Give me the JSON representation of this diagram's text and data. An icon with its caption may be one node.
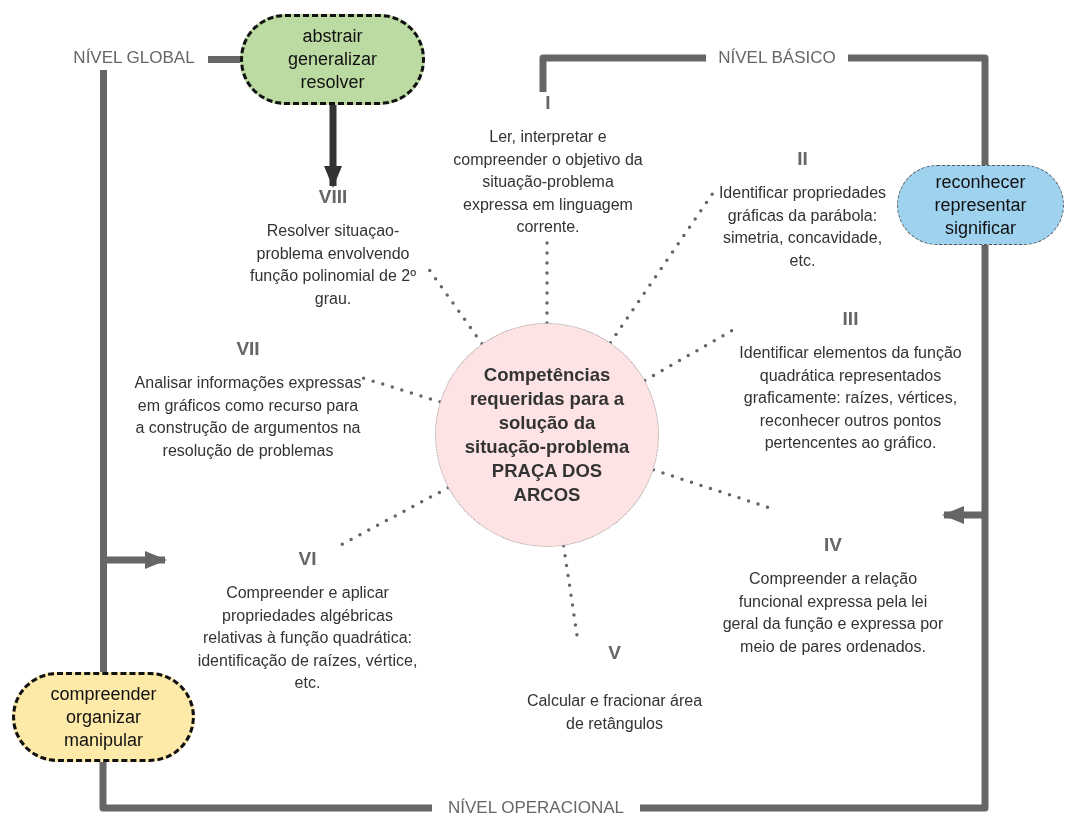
{
  "diagram": {
    "nodes": [
      {
        "text": [
          "Competências requeridas para a solução da situação-problema PRAÇA DOS ARCOS"
        ]
      },
      {
        "text": [
          "I",
          "Ler, interpretar e compreender o objetivo da situação-problema expressa em linguagem corrente."
        ]
      },
      {
        "text": [
          "II",
          "Identificar propriedades gráficas da parábola: simetria, concavidade, etc."
        ]
      },
      {
        "text": [
          "III",
          "Identificar elementos da função quadrática representados graficamente: raízes, vértices, reconhecer outros pontos pertencentes ao gráfico."
        ]
      },
      {
        "text": [
          "IV",
          "Compreender a relação funcional expressa pela lei geral da função e expressa por meio de pares ordenados."
        ]
      },
      {
        "text": [
          "V",
          "Calcular e fracionar área de retângulos"
        ]
      },
      {
        "text": [
          "VI",
          "Compreender e aplicar propriedades algébricas relativas à função quadrática: identificação de raízes, vértice, etc."
        ]
      },
      {
        "text": [
          "VII",
          "Analisar informações expressas em gráficos como recurso para a construção de argumentos na resolução de problemas"
        ]
      },
      {
        "text": [
          "VIII",
          "Resolver situaçao-problema envolvendo função polinomial de 2º grau."
        ]
      },
      {
        "text": [
          "abstrair generalizar resolver"
        ]
      },
      {
        "text": [
          "reconhecer representar significar"
        ]
      },
      {
        "text": [
          "compreender organizar manipular"
        ]
      },
      {
        "text": [
          "NÍVEL GLOBAL"
        ]
      },
      {
        "text": [
          "NÍVEL OPERACIONAL"
        ]
      },
      {
        "text": [
          "NÍVEL BÁSICO"
        ]
      }
    ],
    "edges": [
      {
        "from": 0,
        "to": 1,
        "arrow": "none",
        "style": "dashed"
      },
      {
        "from": 0,
        "to": 2,
        "arrow": "none",
        "style": "dashed"
      },
      {
        "from": 0,
        "to": 3,
        "arrow": "none",
        "style": "dashed"
      },
      {
        "from": 0,
        "to": 4,
        "arrow": "none",
        "style": "dashed"
      },
      {
        "from": 0,
        "to": 5,
        "arrow": "none",
        "style": "dashed"
      },
      {
        "from": 0,
        "to": 6,
        "arrow": "none",
        "style": "dashed"
      },
      {
        "from": 0,
        "to": 7,
        "arrow": "none",
        "style": "dashed"
      },
      {
        "from": 0,
        "to": 8,
        "arrow": "none",
        "style": "dashed"
      },
      {
        "from": 12,
        "to": 9,
        "arrow": "none"
      },
      {
        "from": 9,
        "to": 8,
        "arrow": "to",
        "color": "#333333"
      },
      {
        "from": 12,
        "to": 11,
        "arrow": "none"
      },
      {
        "from": null,
        "to": 6,
        "arrow": "to"
      },
      {
        "from": 11,
        "to": 13,
        "arrow": "none"
      },
      {
        "from": 13,
        "to": 10,
        "arrow": "none"
      },
      {
        "from": null,
        "to": 4,
        "arrow": "to"
      },
      {
        "from": 10,
        "to": 14,
        "arrow": "none"
      },
      {
        "from": 14,
        "to": 1,
        "arrow": "none"
      }
    ]
  }
}
